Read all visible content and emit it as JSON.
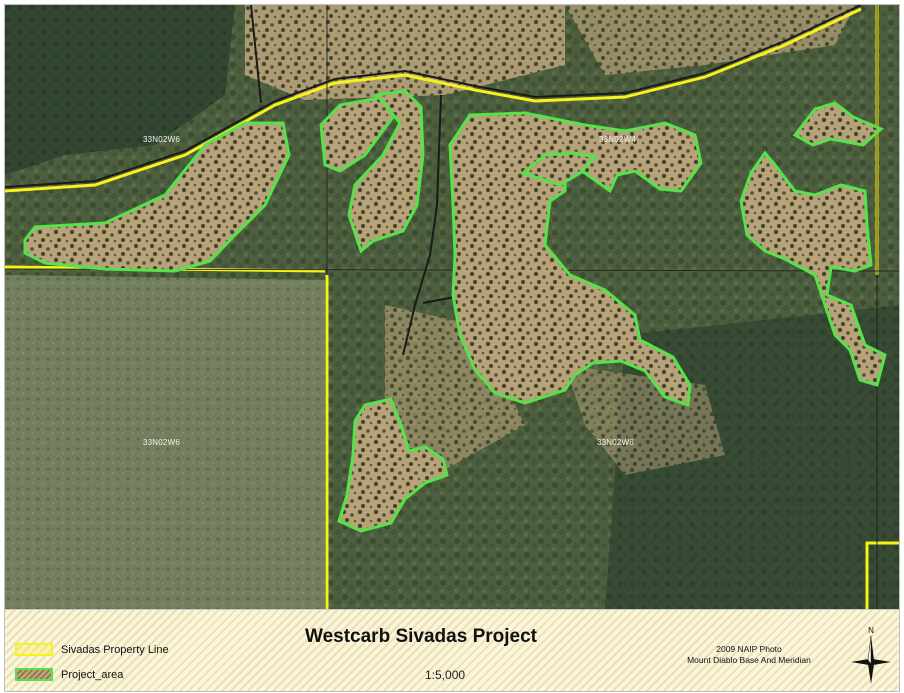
{
  "map": {
    "title": "Westcarb Sivadas Project",
    "scale": "1:5,000",
    "credit_line1": "2009 NAIP Photo",
    "credit_line2": "Mount Diablo Base And Meridian",
    "north_label": "N",
    "section_labels": [
      {
        "text": "33N02W6"
      },
      {
        "text": "33N02W4"
      },
      {
        "text": "33N02W6"
      },
      {
        "text": "33N02W8"
      }
    ]
  },
  "legend": {
    "items": [
      {
        "label": "Sivadas Property Line",
        "color": "#f7f21a"
      },
      {
        "label": "Project_area",
        "color": "#55e24a"
      }
    ]
  },
  "colors": {
    "property_line": "#f7f21a",
    "project_area": "#55e24a",
    "road": "#1a1a1a"
  }
}
